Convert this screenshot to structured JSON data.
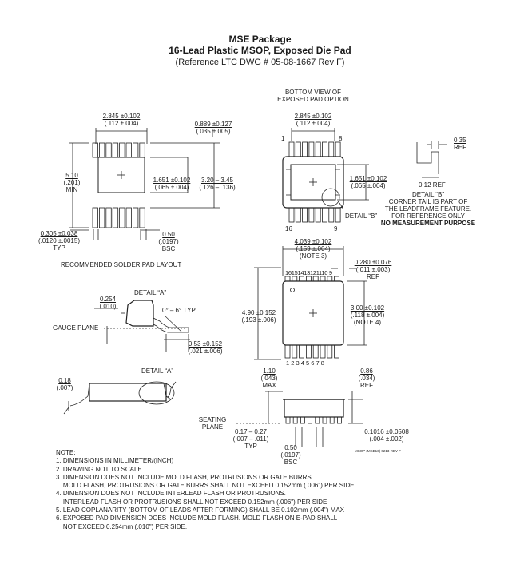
{
  "header": {
    "title": "MSE Package",
    "subtitle": "16-Lead Plastic MSOP, Exposed Die Pad",
    "reference": "(Reference LTC DWG # 05-08-1667 Rev F)"
  },
  "solder_pad_layout": {
    "width_top": "2.845 ±0.102",
    "width_top_in": "(.112 ±.004)",
    "pad_pitch_top": "0.889 ±0.127",
    "pad_pitch_top_in": "(.035 ±.005)",
    "height_total": "5.10",
    "height_total_in": "(.201)",
    "height_min": "MIN",
    "pad_height": "1.651 ±0.102",
    "pad_height_in": "(.065 ±.004)",
    "span": "3.20 – 3.45",
    "span_in": "(.126 – .136)",
    "pad_width": "0.305 ±0.038",
    "pad_width_in": "(.0120 ±.0015)",
    "pad_width_typ": "TYP",
    "pitch": "0.50",
    "pitch_in": "(.0197)",
    "pitch_bsc": "BSC",
    "caption": "RECOMMENDED SOLDER PAD LAYOUT"
  },
  "bottom_view": {
    "title_line1": "BOTTOM VIEW OF",
    "title_line2": "EXPOSED PAD OPTION",
    "pad_width": "2.845 ±0.102",
    "pad_width_in": "(.112 ±.004)",
    "pin1": "1",
    "pin8": "8",
    "pin16": "16",
    "pin9": "9",
    "pad_height": "1.651 ±0.102",
    "pad_height_in": "(.065 ±.004)",
    "detail_b_label": "DETAIL “B”"
  },
  "detail_b": {
    "dim": "0.35",
    "dim_ref": "REF",
    "dim2": "0.12 REF",
    "title": "DETAIL “B”",
    "line1": "CORNER TAIL IS PART OF",
    "line2": "THE LEADFRAME FEATURE.",
    "line3": "FOR REFERENCE ONLY",
    "line4": "NO MEASUREMENT PURPOSE"
  },
  "top_view": {
    "width": "4.039 ±0.102",
    "width_in": "(.159 ±.004)",
    "width_note": "(NOTE 3)",
    "lead_width": "0.280 ±0.076",
    "lead_width_in": "(.011 ±.003)",
    "lead_width_ref": "REF",
    "pins_top": "16151413121110 9",
    "pins_bottom": "1 2 3 4 5 6 7 8",
    "height": "4.90 ±0.152",
    "height_in": "(.193 ±.006)",
    "body": "3.00 ±0.102",
    "body_in": "(.118 ±.004)",
    "body_note": "(NOTE 4)"
  },
  "detail_a": {
    "title": "DETAIL “A”",
    "lead_thick": "0.254",
    "lead_thick_in": "(.010)",
    "angle": "0° – 6° TYP",
    "gauge_plane": "GAUGE PLANE",
    "foot": "0.53 ±0.152",
    "foot_in": "(.021 ±.006)"
  },
  "side_view": {
    "thick": "0.18",
    "thick_in": "(.007)",
    "detail_a": "DETAIL “A”",
    "height": "1.10",
    "height_in": "(.043)",
    "height_max": "MAX",
    "standoff_ref": "0.86",
    "standoff_ref_in": "(.034)",
    "standoff_ref_ref": "REF",
    "seating_plane_1": "SEATING",
    "seating_plane_2": "PLANE",
    "lead_w": "0.17 – 0.27",
    "lead_w_in": "(.007 – .011)",
    "lead_w_typ": "TYP",
    "pitch": "0.50",
    "pitch_in": "(.0197)",
    "pitch_bsc": "BSC",
    "standoff": "0.1016 ±0.0508",
    "standoff_in": "(.004 ±.002)",
    "drawing_code": "MSOP (MSE16) 0213 REV F"
  },
  "notes": {
    "heading": "NOTE:",
    "lines": [
      "1. DIMENSIONS IN MILLIMETER/(INCH)",
      "2. DRAWING NOT TO SCALE",
      "3. DIMENSION DOES NOT INCLUDE MOLD FLASH, PROTRUSIONS OR GATE BURRS.",
      "    MOLD FLASH, PROTRUSIONS OR GATE BURRS SHALL NOT EXCEED 0.152mm (.006\") PER SIDE",
      "4. DIMENSION DOES NOT INCLUDE INTERLEAD FLASH OR PROTRUSIONS.",
      "    INTERLEAD FLASH OR PROTRUSIONS SHALL NOT EXCEED 0.152mm (.006\") PER SIDE",
      "5. LEAD COPLANARITY (BOTTOM OF LEADS AFTER FORMING) SHALL BE 0.102mm (.004\") MAX",
      "6. EXPOSED PAD DIMENSION DOES INCLUDE MOLD FLASH. MOLD FLASH ON E-PAD SHALL",
      "    NOT EXCEED 0.254mm (.010\") PER SIDE."
    ]
  }
}
